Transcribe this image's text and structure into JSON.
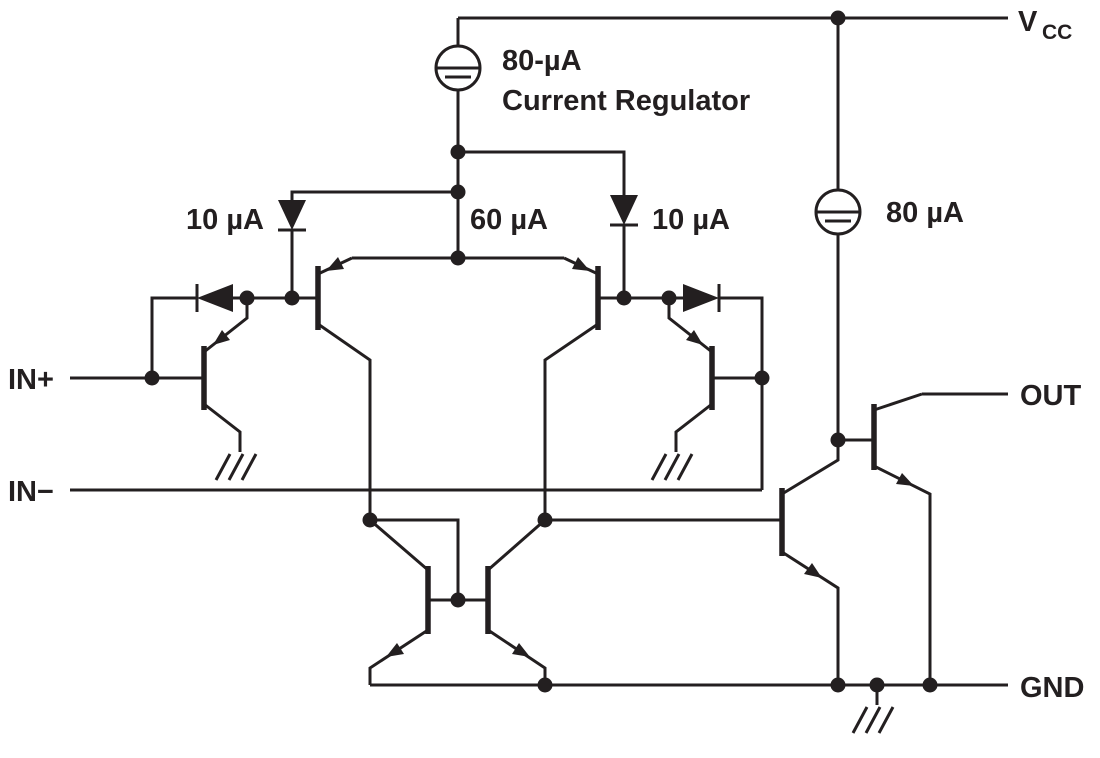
{
  "diagram": {
    "pins": {
      "vcc_main": "V",
      "vcc_sub": "CC",
      "out": "OUT",
      "gnd": "GND",
      "in_plus": "IN+",
      "in_minus": "IN−"
    },
    "current_regulator": {
      "value": "80-µA",
      "name": "Current Regulator"
    },
    "currents": {
      "left_bias": "10 µA",
      "tail": "60 µA",
      "right_bias": "10 µA",
      "output_stage": "80 µA"
    },
    "colors": {
      "line": "#231f20",
      "background": "#ffffff"
    }
  }
}
